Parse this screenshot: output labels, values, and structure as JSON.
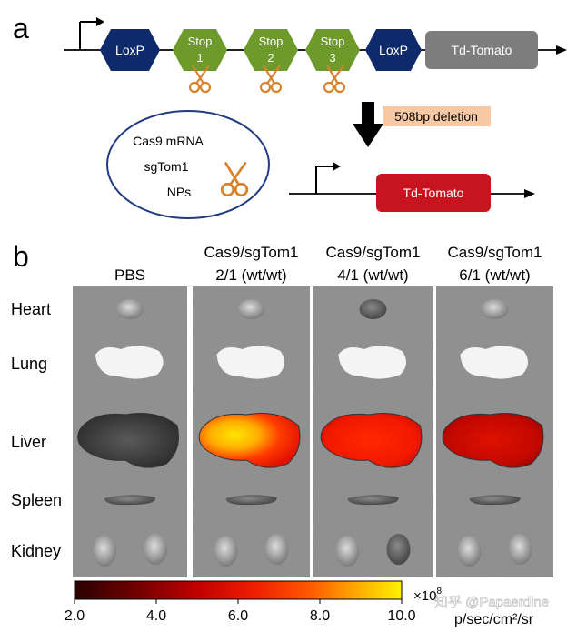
{
  "panel_a": {
    "label": "a",
    "cassette": {
      "loxp_left": "LoxP",
      "stop1": [
        "Stop",
        "1"
      ],
      "stop2": [
        "Stop",
        "2"
      ],
      "stop3": [
        "Stop",
        "3"
      ],
      "loxp_right": "LoxP",
      "reporter": "Td-Tomato"
    },
    "deletion_label": "508bp deletion",
    "nanoparticle": {
      "line1": "Cas9 mRNA",
      "line2": "sgTom1",
      "line3": "NPs"
    },
    "result_reporter": "Td-Tomato"
  },
  "panel_b": {
    "label": "b",
    "groups": [
      {
        "line1": "PBS",
        "line2": ""
      },
      {
        "line1": "Cas9/sgTom1",
        "line2": "2/1 (wt/wt)"
      },
      {
        "line1": "Cas9/sgTom1",
        "line2": "4/1 (wt/wt)"
      },
      {
        "line1": "Cas9/sgTom1",
        "line2": "6/1 (wt/wt)"
      }
    ],
    "organs": [
      "Heart",
      "Lung",
      "Liver",
      "Spleen",
      "Kidney"
    ],
    "colorbar": {
      "ticks": [
        "2.0",
        "4.0",
        "6.0",
        "8.0",
        "10.0"
      ],
      "multiplier": "×10",
      "exponent": "8",
      "unit": "p/sec/cm²/sr",
      "min": 2.0,
      "max": 10.0
    }
  },
  "watermark": "知乎 @Papaerdine",
  "colors": {
    "loxp": "#0f2a6b",
    "stop": "#6e9a2c",
    "reporter_gray": "#7d7d7d",
    "reporter_red": "#c8141e",
    "deletion_bg": "#f6c9a4",
    "scissors": "#d9822b",
    "np_outline": "#213a80",
    "tile_bg": "#8a8a8a"
  }
}
